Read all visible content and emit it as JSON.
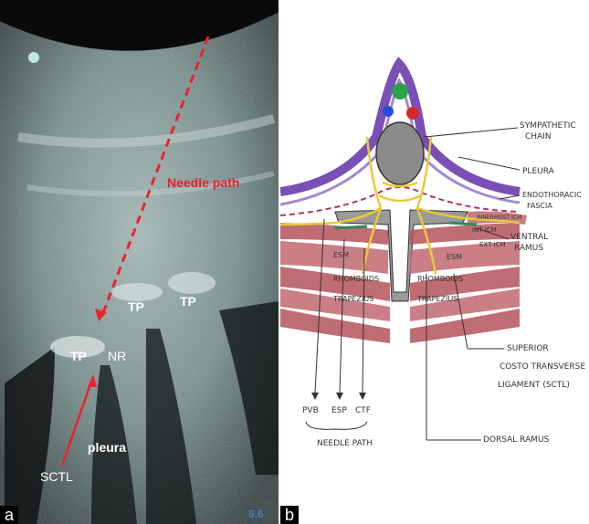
{
  "panel_a": {
    "letter": "a",
    "labels": {
      "needle_path": "Needle path",
      "tp_left": "TP",
      "tp_center": "TP",
      "tp_right": "TP",
      "nr": "NR",
      "pleura": "pleura",
      "sctl": "SCTL",
      "corner_mark": "6.6"
    }
  },
  "panel_b": {
    "letter": "b",
    "labels": {
      "sympathetic_chain": [
        "SYMPATHETIC",
        "CHAIN"
      ],
      "pleura": "PLEURA",
      "endothoracic_fascia": [
        "ENDOTHORACIC",
        "FASCIA"
      ],
      "intima": "INNERMOST ICM",
      "int_icm_right": "INT ICM",
      "ext_icm_right": "EXT ICM",
      "ventral_ramus": [
        "VENTRAL",
        "RAMUS"
      ],
      "esm_left": "ESM",
      "esm_right": "ESM",
      "rhomboids_left": "RHOMBOIDS",
      "rhomboids_right": "RHOMBOIDS",
      "trapezius_left": "TRAPEZIUS",
      "trapezius_right": "TRAPEZIUS",
      "superior_ctl": [
        "SUPERIOR",
        "COSTO TRANSVERSE",
        "LIGAMENT (SCTL)"
      ],
      "dorsal_ramus": "DORSAL RAMUS",
      "pvb": "PVB",
      "esp": "ESP",
      "ctf": "CTF",
      "needle_path": "NEEDLE PATH"
    }
  },
  "colors": {
    "needle_red": "#e8232b",
    "pleura_purple": "#7b4fb5",
    "muscle_red": "#b5525a",
    "nerve_yellow": "#e8c93a",
    "bone_gray": "#8a8a8a",
    "fascia_green": "#2e8b57"
  }
}
